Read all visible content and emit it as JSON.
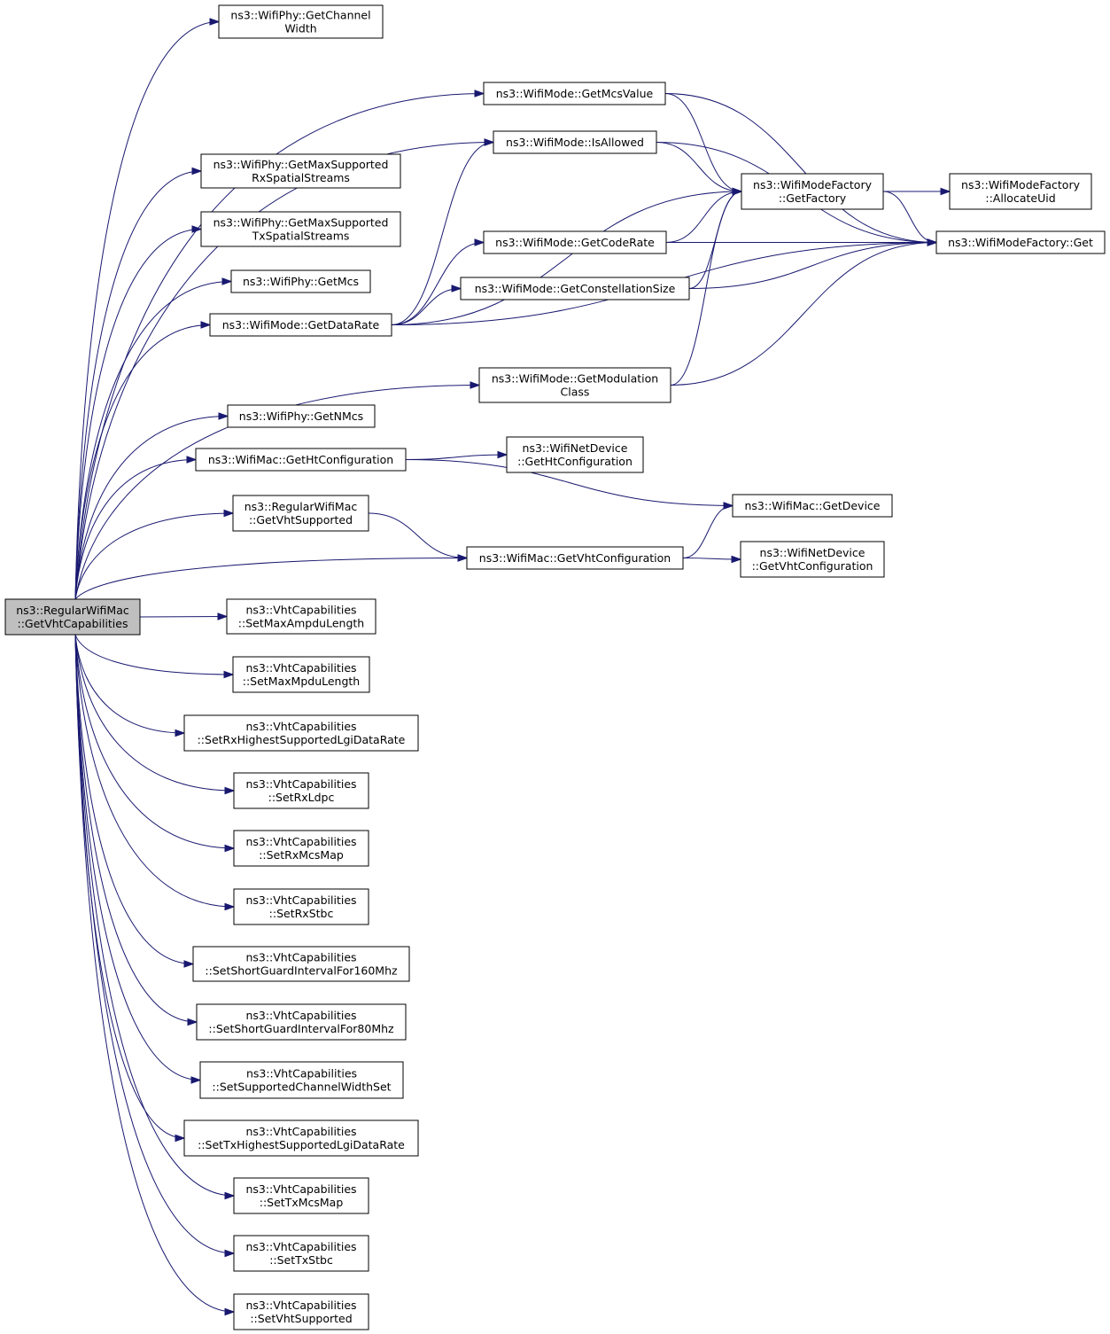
{
  "graph": {
    "root": [
      "ns3::RegularWifiMac",
      "::GetVhtCapabilities"
    ],
    "nodes": {
      "get_channel_width": [
        "ns3::WifiPhy::GetChannel",
        "Width"
      ],
      "get_mcs_value": [
        "ns3::WifiMode::GetMcsValue"
      ],
      "is_allowed": [
        "ns3::WifiMode::IsAllowed"
      ],
      "get_max_supported_rx": [
        "ns3::WifiPhy::GetMaxSupported",
        "RxSpatialStreams"
      ],
      "get_max_supported_tx": [
        "ns3::WifiPhy::GetMaxSupported",
        "TxSpatialStreams"
      ],
      "get_mcs": [
        "ns3::WifiPhy::GetMcs"
      ],
      "get_data_rate": [
        "ns3::WifiMode::GetDataRate"
      ],
      "get_code_rate": [
        "ns3::WifiMode::GetCodeRate"
      ],
      "get_constellation_size": [
        "ns3::WifiMode::GetConstellationSize"
      ],
      "get_modulation_class": [
        "ns3::WifiMode::GetModulation",
        "Class"
      ],
      "get_factory": [
        "ns3::WifiModeFactory",
        "::GetFactory"
      ],
      "allocate_uid": [
        "ns3::WifiModeFactory",
        "::AllocateUid"
      ],
      "factory_get": [
        "ns3::WifiModeFactory::Get"
      ],
      "get_nmcs": [
        "ns3::WifiPhy::GetNMcs"
      ],
      "mac_get_ht_configuration": [
        "ns3::WifiMac::GetHtConfiguration"
      ],
      "netdevice_get_ht_configuration": [
        "ns3::WifiNetDevice",
        "::GetHtConfiguration"
      ],
      "mac_get_device": [
        "ns3::WifiMac::GetDevice"
      ],
      "get_vht_supported": [
        "ns3::RegularWifiMac",
        "::GetVhtSupported"
      ],
      "mac_get_vht_configuration": [
        "ns3::WifiMac::GetVhtConfiguration"
      ],
      "netdevice_get_vht_configuration": [
        "ns3::WifiNetDevice",
        "::GetVhtConfiguration"
      ],
      "set_max_ampdu_length": [
        "ns3::VhtCapabilities",
        "::SetMaxAmpduLength"
      ],
      "set_max_mpdu_length": [
        "ns3::VhtCapabilities",
        "::SetMaxMpduLength"
      ],
      "set_rx_highest_lgi": [
        "ns3::VhtCapabilities",
        "::SetRxHighestSupportedLgiDataRate"
      ],
      "set_rx_ldpc": [
        "ns3::VhtCapabilities",
        "::SetRxLdpc"
      ],
      "set_rx_mcs_map": [
        "ns3::VhtCapabilities",
        "::SetRxMcsMap"
      ],
      "set_rx_stbc": [
        "ns3::VhtCapabilities",
        "::SetRxStbc"
      ],
      "set_sgi_160": [
        "ns3::VhtCapabilities",
        "::SetShortGuardIntervalFor160Mhz"
      ],
      "set_sgi_80": [
        "ns3::VhtCapabilities",
        "::SetShortGuardIntervalFor80Mhz"
      ],
      "set_supported_cw_set": [
        "ns3::VhtCapabilities",
        "::SetSupportedChannelWidthSet"
      ],
      "set_tx_highest_lgi": [
        "ns3::VhtCapabilities",
        "::SetTxHighestSupportedLgiDataRate"
      ],
      "set_tx_mcs_map": [
        "ns3::VhtCapabilities",
        "::SetTxMcsMap"
      ],
      "set_tx_stbc": [
        "ns3::VhtCapabilities",
        "::SetTxStbc"
      ],
      "set_vht_supported": [
        "ns3::VhtCapabilities",
        "::SetVhtSupported"
      ]
    },
    "edges": [
      [
        "root",
        "get_channel_width"
      ],
      [
        "root",
        "get_mcs_value"
      ],
      [
        "root",
        "is_allowed"
      ],
      [
        "root",
        "get_max_supported_rx"
      ],
      [
        "root",
        "get_max_supported_tx"
      ],
      [
        "root",
        "get_mcs"
      ],
      [
        "root",
        "get_data_rate"
      ],
      [
        "root",
        "get_modulation_class"
      ],
      [
        "root",
        "get_nmcs"
      ],
      [
        "root",
        "mac_get_ht_configuration"
      ],
      [
        "root",
        "get_vht_supported"
      ],
      [
        "root",
        "mac_get_vht_configuration"
      ],
      [
        "root",
        "set_max_ampdu_length"
      ],
      [
        "root",
        "set_max_mpdu_length"
      ],
      [
        "root",
        "set_rx_highest_lgi"
      ],
      [
        "root",
        "set_rx_ldpc"
      ],
      [
        "root",
        "set_rx_mcs_map"
      ],
      [
        "root",
        "set_rx_stbc"
      ],
      [
        "root",
        "set_sgi_160"
      ],
      [
        "root",
        "set_sgi_80"
      ],
      [
        "root",
        "set_supported_cw_set"
      ],
      [
        "root",
        "set_tx_highest_lgi"
      ],
      [
        "root",
        "set_tx_mcs_map"
      ],
      [
        "root",
        "set_tx_stbc"
      ],
      [
        "root",
        "set_vht_supported"
      ],
      [
        "get_mcs_value",
        "get_factory"
      ],
      [
        "get_mcs_value",
        "factory_get"
      ],
      [
        "is_allowed",
        "get_factory"
      ],
      [
        "is_allowed",
        "factory_get"
      ],
      [
        "get_data_rate",
        "is_allowed"
      ],
      [
        "get_data_rate",
        "get_factory"
      ],
      [
        "get_data_rate",
        "get_code_rate"
      ],
      [
        "get_data_rate",
        "get_constellation_size"
      ],
      [
        "get_data_rate",
        "factory_get"
      ],
      [
        "get_code_rate",
        "get_factory"
      ],
      [
        "get_code_rate",
        "factory_get"
      ],
      [
        "get_constellation_size",
        "get_factory"
      ],
      [
        "get_constellation_size",
        "factory_get"
      ],
      [
        "get_modulation_class",
        "get_factory"
      ],
      [
        "get_modulation_class",
        "factory_get"
      ],
      [
        "get_factory",
        "allocate_uid"
      ],
      [
        "get_factory",
        "factory_get"
      ],
      [
        "mac_get_ht_configuration",
        "netdevice_get_ht_configuration"
      ],
      [
        "mac_get_ht_configuration",
        "mac_get_device"
      ],
      [
        "get_vht_supported",
        "mac_get_vht_configuration"
      ],
      [
        "mac_get_vht_configuration",
        "mac_get_device"
      ],
      [
        "mac_get_vht_configuration",
        "netdevice_get_vht_configuration"
      ]
    ]
  }
}
